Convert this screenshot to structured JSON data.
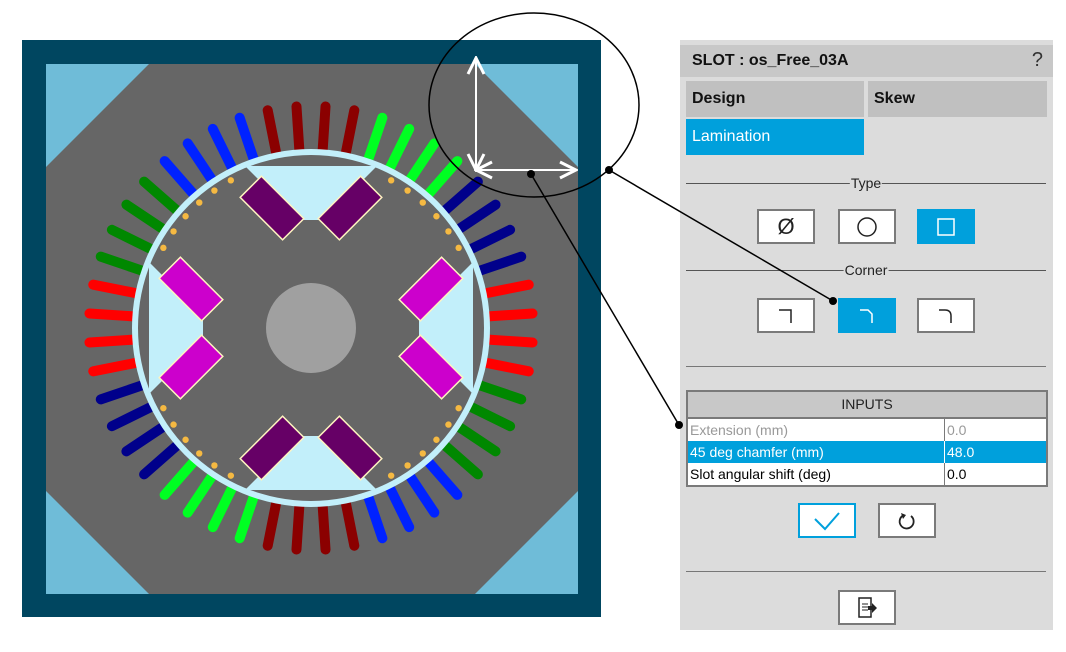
{
  "panel": {
    "title": "SLOT : os_Free_03A",
    "help": "?",
    "tabs": [
      {
        "label": "Design",
        "active": false
      },
      {
        "label": "Skew",
        "active": false
      },
      {
        "label": "Lamination",
        "active": true
      }
    ],
    "type_label": "Type",
    "type_options": [
      {
        "name": "none",
        "glyph": "Ø",
        "selected": false
      },
      {
        "name": "circle",
        "glyph": "○",
        "selected": false
      },
      {
        "name": "square",
        "glyph": "□",
        "selected": true
      }
    ],
    "corner_label": "Corner",
    "corner_options": [
      {
        "name": "sharp",
        "selected": false
      },
      {
        "name": "chamfer",
        "selected": true
      },
      {
        "name": "round",
        "selected": false
      }
    ],
    "inputs": {
      "header": "INPUTS",
      "rows": [
        {
          "label": "Extension (mm)",
          "value": "0.0",
          "state": "disabled"
        },
        {
          "label": "45 deg chamfer (mm)",
          "value": "48.0",
          "state": "selected"
        },
        {
          "label": "Slot angular shift (deg)",
          "value": "0.0",
          "state": "normal"
        }
      ]
    },
    "accent": "#00a0dc"
  },
  "motor": {
    "slot_count": 48,
    "phase_colors": [
      "#8b0000",
      "#00ff22",
      "#00008b",
      "#ff0000",
      "#008800",
      "#0022ff"
    ],
    "frame_color": "#004660",
    "lamination_color": "#666666",
    "corner_fill": "#6fbcd8",
    "airgap_color": "#c2effa",
    "magnet_outer": "#660066",
    "magnet_side": "#cc00cc",
    "shaft_color": "#a0a0a0"
  }
}
